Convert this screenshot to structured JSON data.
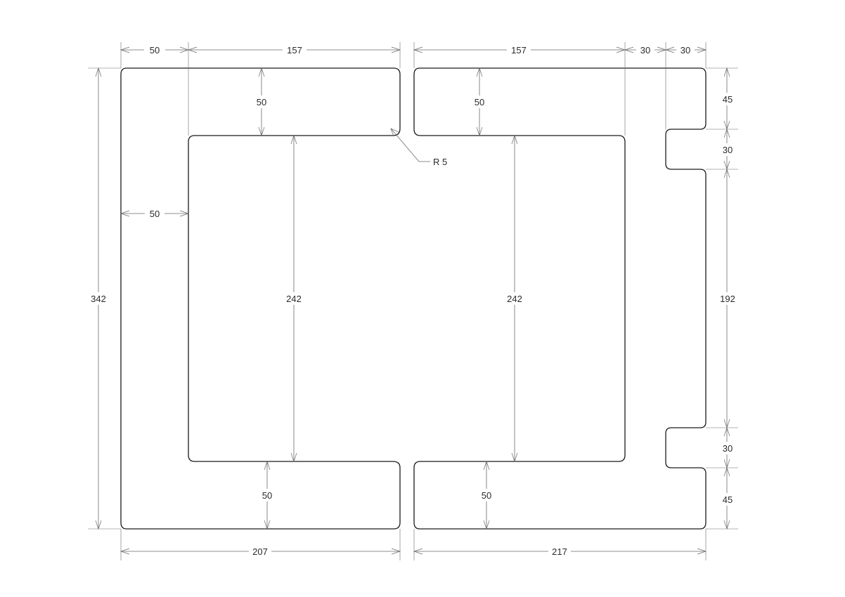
{
  "dimensions": {
    "top_left_50": "50",
    "top_left_157": "157",
    "top_right_157": "157",
    "top_right_30a": "30",
    "top_right_30b": "30",
    "left_342": "342",
    "left_inner_50": "50",
    "left_part_top_50": "50",
    "left_part_242": "242",
    "left_part_bottom_50": "50",
    "right_part_top_50": "50",
    "right_part_242": "242",
    "right_part_bottom_50": "50",
    "right_45_top": "45",
    "right_30_top": "30",
    "right_192": "192",
    "right_30_bottom": "30",
    "right_45_bottom": "45",
    "bottom_207": "207",
    "bottom_217": "217",
    "radius_label": "R 5"
  }
}
